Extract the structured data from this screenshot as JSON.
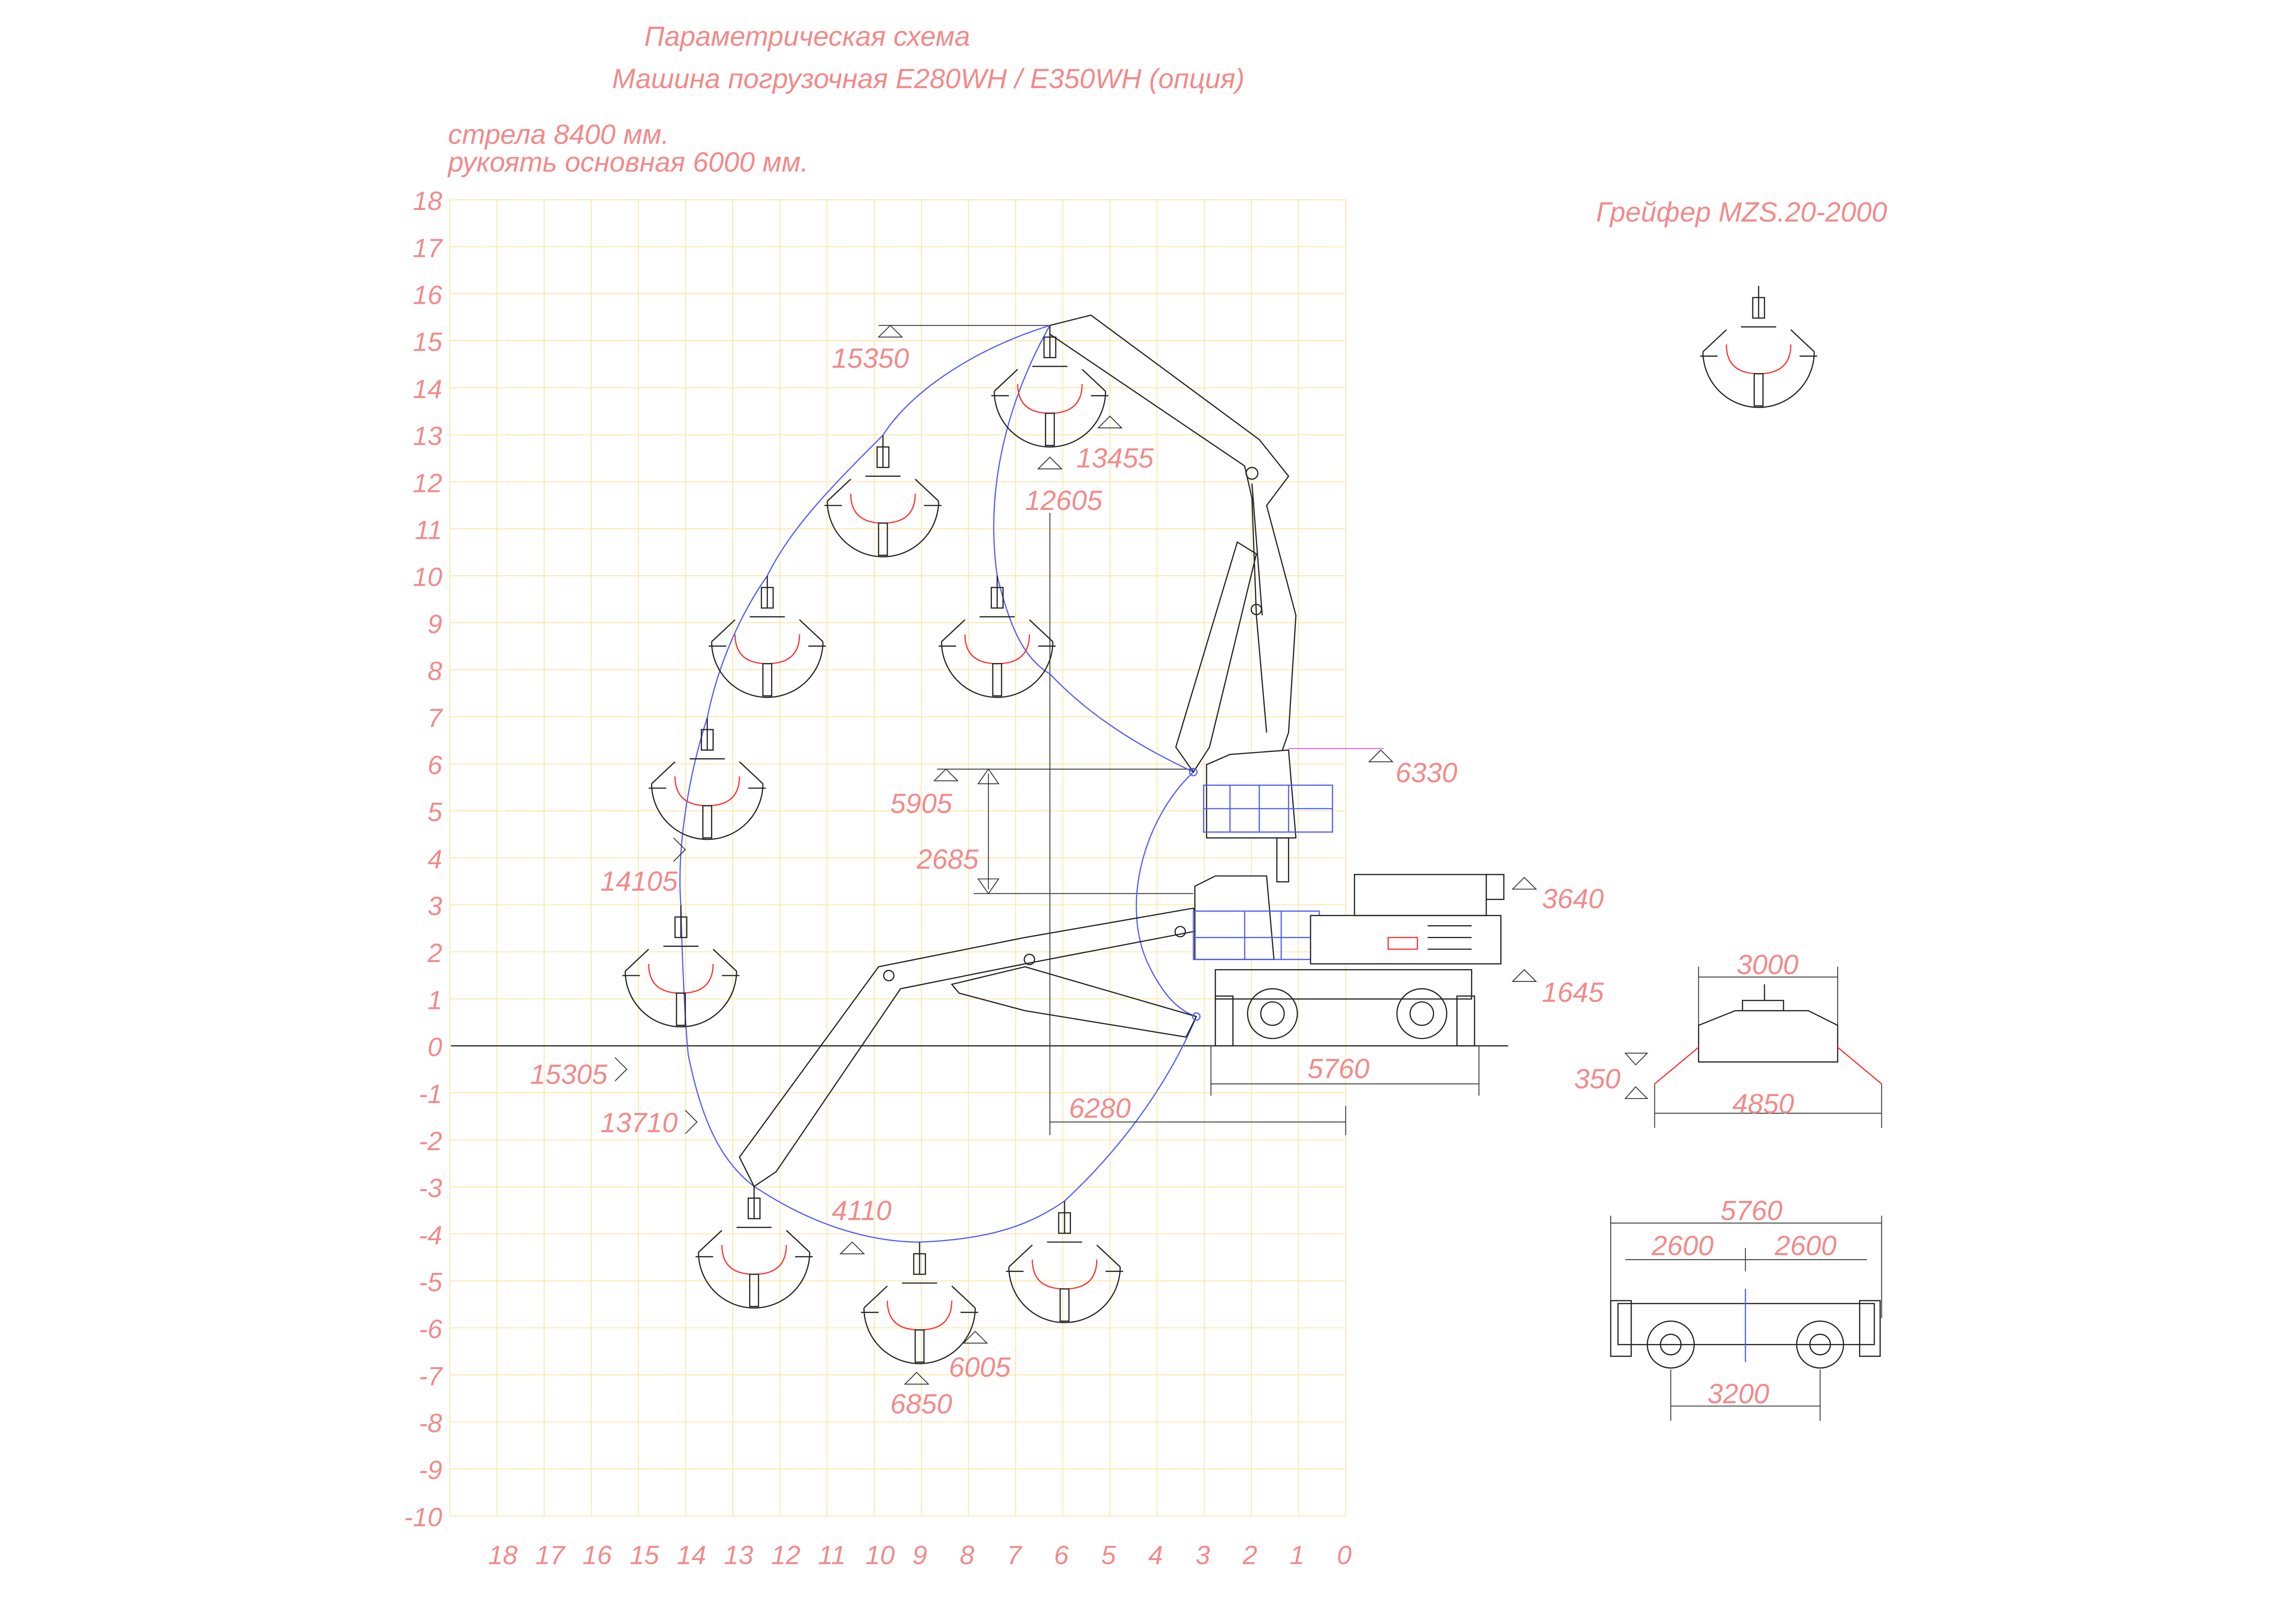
{
  "title": {
    "line1": "Параметрическая схема",
    "line2": "Машина погрузочная E280WH / E350WH (опция)"
  },
  "notes": {
    "boom": "стрела 8400 мм.",
    "stick": "рукоять основная 6000 мм."
  },
  "grapple_label": "Грейфер MZS.20-2000",
  "axes": {
    "x_ticks": [
      18,
      17,
      16,
      15,
      14,
      13,
      12,
      11,
      10,
      9,
      8,
      7,
      6,
      5,
      4,
      3,
      2,
      1,
      0
    ],
    "y_ticks": [
      18,
      17,
      16,
      15,
      14,
      13,
      12,
      11,
      10,
      9,
      8,
      7,
      6,
      5,
      4,
      3,
      2,
      1,
      0,
      -1,
      -2,
      -3,
      -4,
      -5,
      -6,
      -7,
      -8,
      -9,
      -10
    ],
    "x_range": [
      19,
      0
    ],
    "y_range": [
      -10,
      18
    ]
  },
  "dimensions": {
    "d15350": "15350",
    "d13455": "13455",
    "d12605": "12605",
    "d5905": "5905",
    "d2685": "2685",
    "d14105": "14105",
    "d15305": "15305",
    "d13710": "13710",
    "d6280": "6280",
    "d5760": "5760",
    "d4110": "4110",
    "d6005": "6005",
    "d6850": "6850",
    "d6330": "6330",
    "d3640": "3640",
    "d1645": "1645"
  },
  "front_view": {
    "width_top": "3000",
    "height": "350",
    "width_outriggers": "4850"
  },
  "top_view": {
    "overall": "5760",
    "left": "2600",
    "right": "2600",
    "wheelbase": "3200"
  },
  "colors": {
    "text": "#f28a8a",
    "grid": "#fbe6a6",
    "envelope": "#4d5cff",
    "line": "#222222"
  }
}
